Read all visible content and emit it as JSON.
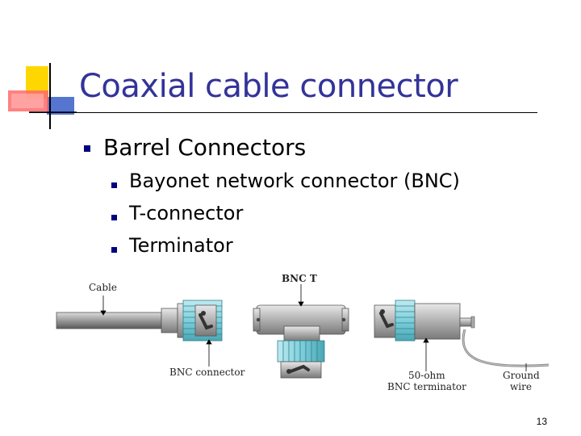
{
  "slide": {
    "title": "Coaxial cable connector",
    "bullets": [
      {
        "text": "Barrel Connectors",
        "children": [
          "Bayonet network connector (BNC)",
          "T-connector",
          "Terminator"
        ]
      }
    ],
    "page_number": "13"
  },
  "figure": {
    "labels": {
      "cable": "Cable",
      "bnc_t": "BNC T",
      "bnc_connector": "BNC connector",
      "terminator_line1": "50-ohm",
      "terminator_line2": "BNC terminator",
      "ground_line1": "Ground",
      "ground_line2": "wire"
    }
  },
  "colors": {
    "title": "#333399",
    "bullet_square": "#000080",
    "connector_teal": "#7fd0dc",
    "metal_gray": "#b5b5b5"
  }
}
